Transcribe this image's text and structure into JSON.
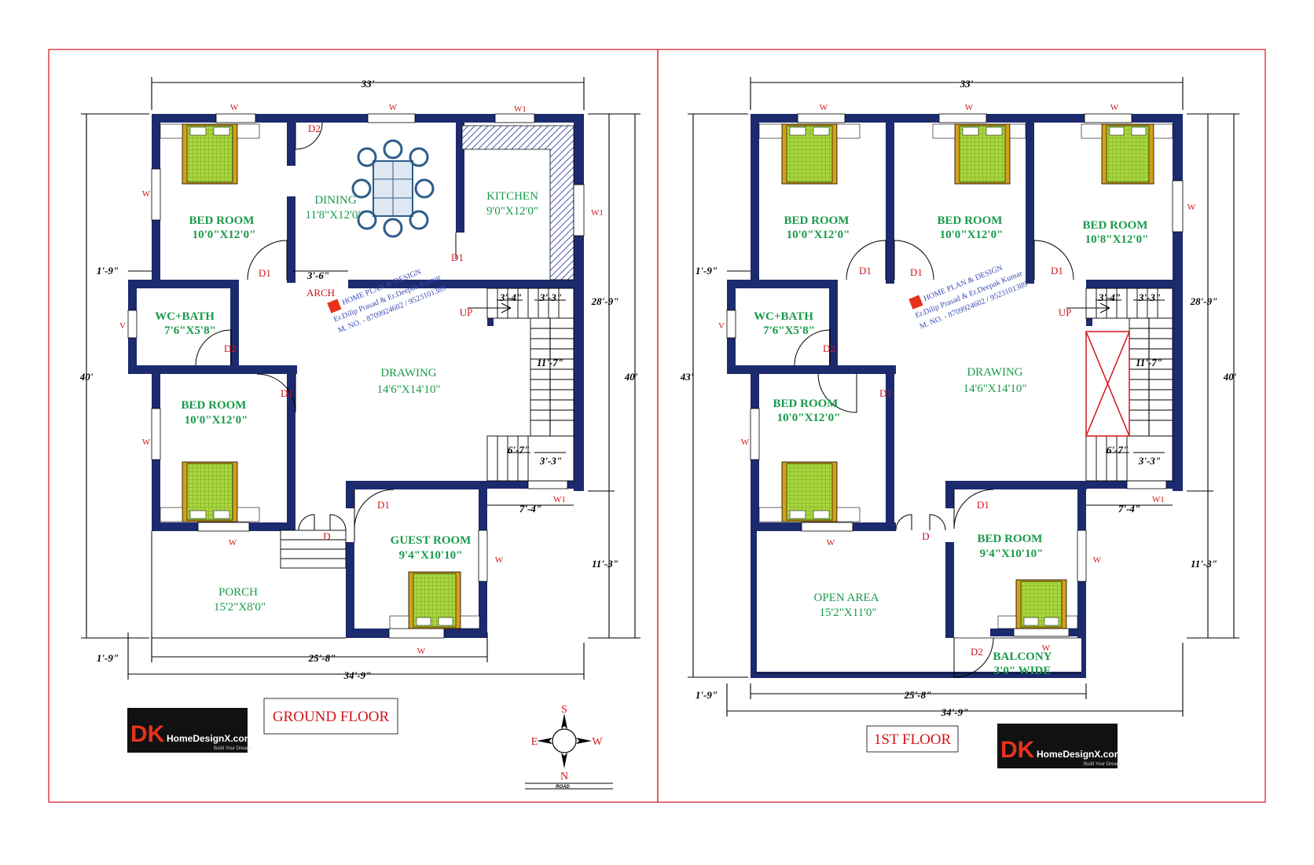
{
  "ground": {
    "title": "GROUND FLOOR",
    "rooms": {
      "bed1_name": "BED ROOM",
      "bed1_size": "10'0\"X12'0\"",
      "dining_name": "DINING",
      "dining_size": "11'8\"X12'0\"",
      "kitchen_name": "KITCHEN",
      "kitchen_size": "9'0\"X12'0\"",
      "wc_name": "WC+BATH",
      "wc_size": "7'6\"X5'8\"",
      "drawing_name": "DRAWING",
      "drawing_size": "14'6\"X14'10\"",
      "bed2_name": "BED ROOM",
      "bed2_size": "10'0\"X12'0\"",
      "guest_name": "GUEST ROOM",
      "guest_size": "9'4\"X10'10\"",
      "porch_name": "PORCH",
      "porch_size": "15'2\"X8'0\""
    },
    "labels": {
      "w": "W",
      "w1": "W1",
      "v": "V",
      "d": "D",
      "d1": "D1",
      "d2": "D2",
      "arch": "ARCH",
      "up": "UP"
    },
    "dims": {
      "top": "33'",
      "left": "40'",
      "right_outer": "40'",
      "right_top": "28'-9\"",
      "right_bottom": "11'-3\"",
      "offset": "1'-9\"",
      "arch": "3'-6\"",
      "stair_a": "3'-4\"",
      "stair_b": "3'-3\"",
      "stair_c": "11'-7\"",
      "stair_d": "6'-7\"",
      "stair_e": "3'-3\"",
      "stair_w": "7'-4\"",
      "bottom_inner": "25'-8\"",
      "bottom": "34'-9\""
    }
  },
  "first": {
    "title": "1ST FLOOR",
    "rooms": {
      "bed1_name": "BED ROOM",
      "bed1_size": "10'0\"X12'0\"",
      "bed2_name": "BED ROOM",
      "bed2_size": "10'0\"X12'0\"",
      "bed3_name": "BED ROOM",
      "bed3_size": "10'8\"X12'0\"",
      "wc_name": "WC+BATH",
      "wc_size": "7'6\"X5'8\"",
      "drawing_name": "DRAWING",
      "drawing_size": "14'6\"X14'10\"",
      "bed4_name": "BED ROOM",
      "bed4_size": "10'0\"X12'0\"",
      "bed5_name": "BED ROOM",
      "bed5_size": "9'4\"X10'10\"",
      "open_name": "OPEN AREA",
      "open_size": "15'2\"X11'0\"",
      "balcony_name": "BALCONY",
      "balcony_size": "3'0\" WIDE"
    },
    "dims": {
      "top": "33'",
      "left": "43'",
      "right_outer": "40'",
      "right_top": "28'-9\"",
      "right_bottom": "11'-3\"",
      "offset": "1'-9\"",
      "stair_a": "3'-4\"",
      "stair_b": "3'-3\"",
      "stair_c": "11'-7\"",
      "stair_d": "6'-7\"",
      "stair_e": "3'-3\"",
      "stair_w": "7'-4\"",
      "bottom_inner": "25'-8\"",
      "bottom": "34'-9\""
    }
  },
  "watermark": {
    "line1": "HOME PLAN & DESIGN",
    "line2": "Er.Dilip Prasad & Er.Deepak Kumar",
    "line3": "M. NO. - 8709924602 / 9523101389"
  },
  "logo": {
    "mark": "DK",
    "name": "HomeDesignX.com",
    "tagline": "Build Your Dream"
  },
  "compass": {
    "s": "S",
    "e": "E",
    "w": "W",
    "n": "N",
    "road": "ROAD"
  },
  "colors": {
    "wall": "#1c2a6e",
    "border": "#d0151b",
    "room_text": "#1a9a4a",
    "label_red": "#d0151b",
    "bed": "#9acd32",
    "stair_cross": "#d0151b"
  }
}
